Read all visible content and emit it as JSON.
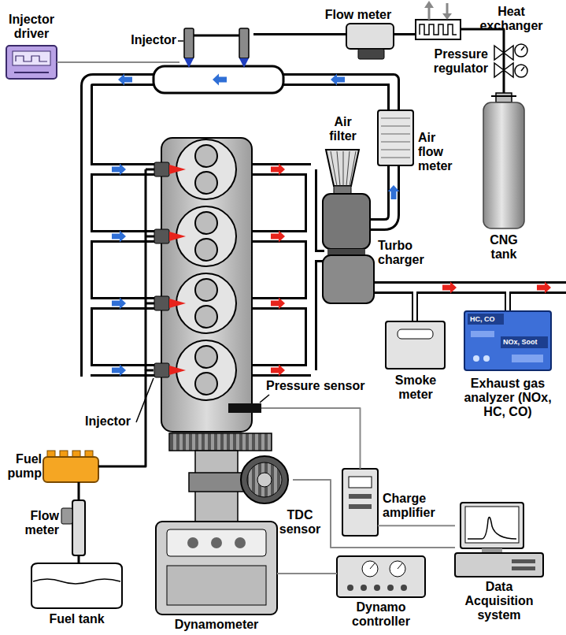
{
  "diagram": {
    "nodes": [
      {
        "text": [
          "Injector driver"
        ]
      },
      {
        "text": [
          "Injector"
        ]
      },
      {
        "text": [
          "Flow meter"
        ]
      },
      {
        "text": [
          "Heat exchanger"
        ]
      },
      {
        "text": [
          "Pressure regulator"
        ]
      },
      {
        "text": [
          "Air filter"
        ]
      },
      {
        "text": [
          "Air flow meter"
        ]
      },
      {
        "text": [
          "CNG tank"
        ]
      },
      {
        "text": [
          "Turbo charger"
        ]
      },
      {
        "text": [
          "Injector"
        ]
      },
      {
        "text": [
          "Pressure sensor"
        ]
      },
      {
        "text": [
          "Smoke meter"
        ]
      },
      {
        "text": [
          "Exhaust gas analyzer (NOx, HC, CO)"
        ]
      },
      {
        "text": [
          "Fuel pump"
        ]
      },
      {
        "text": [
          "TDC sensor"
        ]
      },
      {
        "text": [
          "Charge amplifier"
        ]
      },
      {
        "text": [
          "Flow meter"
        ]
      },
      {
        "text": [
          "Data Acquisition system"
        ]
      },
      {
        "text": [
          "Fuel tank"
        ]
      },
      {
        "text": [
          "Dynamo controller"
        ]
      },
      {
        "text": [
          "Dynamometer"
        ]
      }
    ],
    "edges": [
      {
        "from": 0,
        "to": 1,
        "arrow": "none"
      },
      {
        "from": 2,
        "to": 1,
        "arrow": "none"
      },
      {
        "from": 3,
        "to": 2,
        "arrow": "none"
      },
      {
        "from": 4,
        "to": 3,
        "arrow": "none"
      },
      {
        "from": 7,
        "to": 4,
        "arrow": "none"
      },
      {
        "from": 18,
        "to": 16,
        "arrow": "none"
      },
      {
        "from": 16,
        "to": 13,
        "arrow": "none"
      },
      {
        "from": 13,
        "to": 9,
        "arrow": "none"
      },
      {
        "from": 10,
        "to": 15,
        "arrow": "none"
      },
      {
        "from": 15,
        "to": 17,
        "arrow": "none"
      },
      {
        "from": 14,
        "to": 17,
        "arrow": "none"
      },
      {
        "from": 20,
        "to": 19,
        "arrow": "none"
      }
    ],
    "labels": [
      "HC, CO",
      "NOx, Soot"
    ]
  }
}
